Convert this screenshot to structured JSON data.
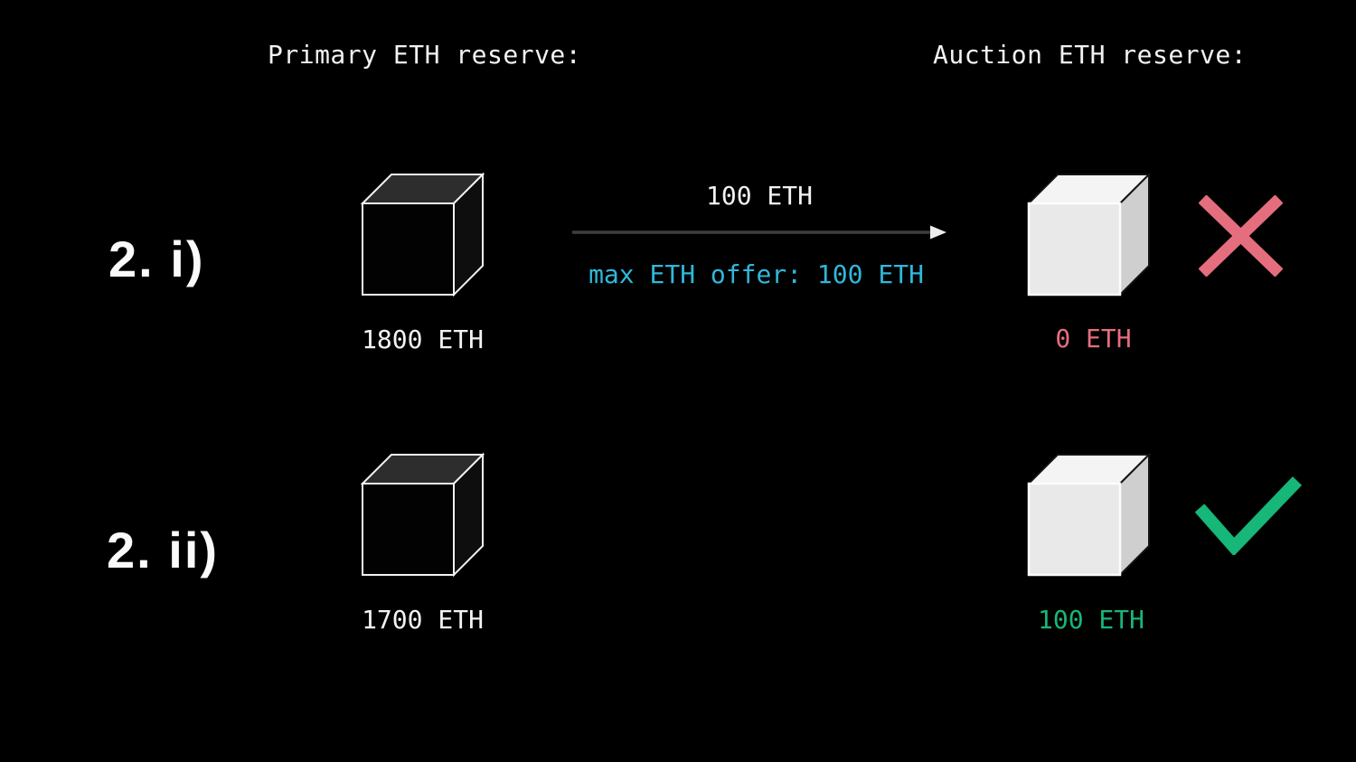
{
  "slide": {
    "background": "#000000",
    "headers": {
      "primary": "Primary ETH reserve:",
      "auction": "Auction ETH reserve:"
    },
    "rows": [
      {
        "label": "2. i)",
        "primary_amount": "1800 ETH",
        "transfer": {
          "amount": "100 ETH",
          "note": "max ETH offer: 100 ETH"
        },
        "auction_amount": "0 ETH",
        "verdict": "rejected"
      },
      {
        "label": "2. ii)",
        "primary_amount": "1700 ETH",
        "auction_amount": "100 ETH",
        "verdict": "accepted"
      }
    ],
    "colors": {
      "text_primary": "#f2f2f2",
      "note_cyan": "#30b8da",
      "reject_pink": "#e56e7e",
      "accept_green": "#16b778",
      "arrow_line": "#3e3e3e",
      "arrow_head": "#ededed",
      "cube_dark_top": "#2d2d2d",
      "cube_dark_front": "#020202",
      "cube_dark_side": "#0e0e0e",
      "cube_light_top": "#f4f4f4",
      "cube_light_front": "#e9e9e9",
      "cube_light_side": "#cfcfcf"
    }
  }
}
